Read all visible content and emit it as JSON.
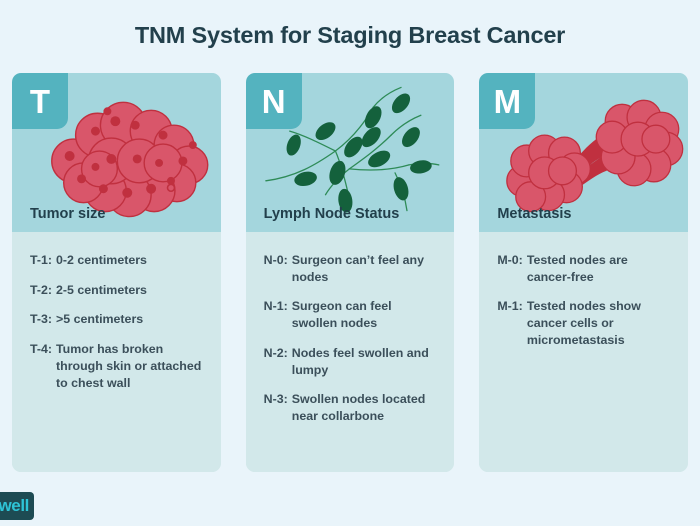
{
  "title": "TNM System for Staging Breast Cancer",
  "colors": {
    "background": "#e9f4fa",
    "card_top": "#a4d6dd",
    "card_body": "#d2e8ea",
    "badge": "#54b3bf",
    "title_text": "#22404c",
    "body_text": "#3b4f5a",
    "tumor_red": "#d95560",
    "tumor_dark_red": "#c0303f",
    "node_green": "#1e7a4a",
    "logo_bg": "#1d4b53",
    "logo_text": "#2ec4d6"
  },
  "cards": [
    {
      "badge": "T",
      "illustration": "tumor-cells-cluster-icon",
      "heading": "Tumor size",
      "items": [
        {
          "key": "T-1:",
          "value": "0-2 centimeters"
        },
        {
          "key": "T-2:",
          "value": "2-5 centimeters"
        },
        {
          "key": "T-3:",
          "value": ">5 centimeters"
        },
        {
          "key": "T-4:",
          "value": "Tumor has broken through skin or attached to chest wall"
        }
      ]
    },
    {
      "badge": "N",
      "illustration": "lymph-nodes-vessels-icon",
      "heading": "Lymph Node Status",
      "items": [
        {
          "key": "N-0:",
          "value": "Surgeon can’t feel any nodes"
        },
        {
          "key": "N-1:",
          "value": "Surgeon can feel swollen nodes"
        },
        {
          "key": "N-2:",
          "value": "Nodes feel swollen and lumpy"
        },
        {
          "key": "N-3:",
          "value": "Swollen nodes located near collarbone"
        }
      ]
    },
    {
      "badge": "M",
      "illustration": "metastasis-spreading-tumor-icon",
      "heading": "Metastasis",
      "items": [
        {
          "key": "M-0:",
          "value": "Tested nodes are cancer-free"
        },
        {
          "key": "M-1:",
          "value": "Tested nodes show cancer cells or micrometastasis"
        }
      ]
    }
  ],
  "logo": {
    "text": "well"
  }
}
